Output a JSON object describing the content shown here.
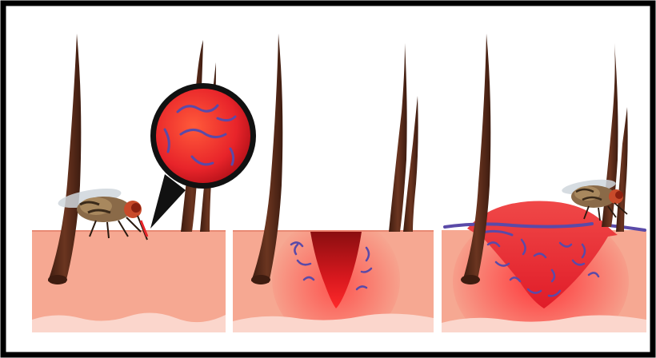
{
  "figure": {
    "panels": [
      {
        "stage": "fly-bite",
        "icons": [
          "fly-icon",
          "magnifier-bubble-icon",
          "parasite-larva-icon"
        ]
      },
      {
        "stage": "larva-entry-wound",
        "icons": [
          "wound-cone-icon",
          "parasite-larva-icon"
        ]
      },
      {
        "stage": "swollen-infected-lesion",
        "icons": [
          "fly-icon",
          "swelling-icon",
          "parasite-larva-icon"
        ]
      }
    ],
    "colors": {
      "border": "#000000",
      "skin": "#f6a892",
      "skin_edge": "#e88a74",
      "dermis": "#fbd6cc",
      "hair": "#5a2c1a",
      "infection": "#e8242a",
      "larva": "#5a4aa8",
      "bubble_outline": "#111111"
    }
  }
}
